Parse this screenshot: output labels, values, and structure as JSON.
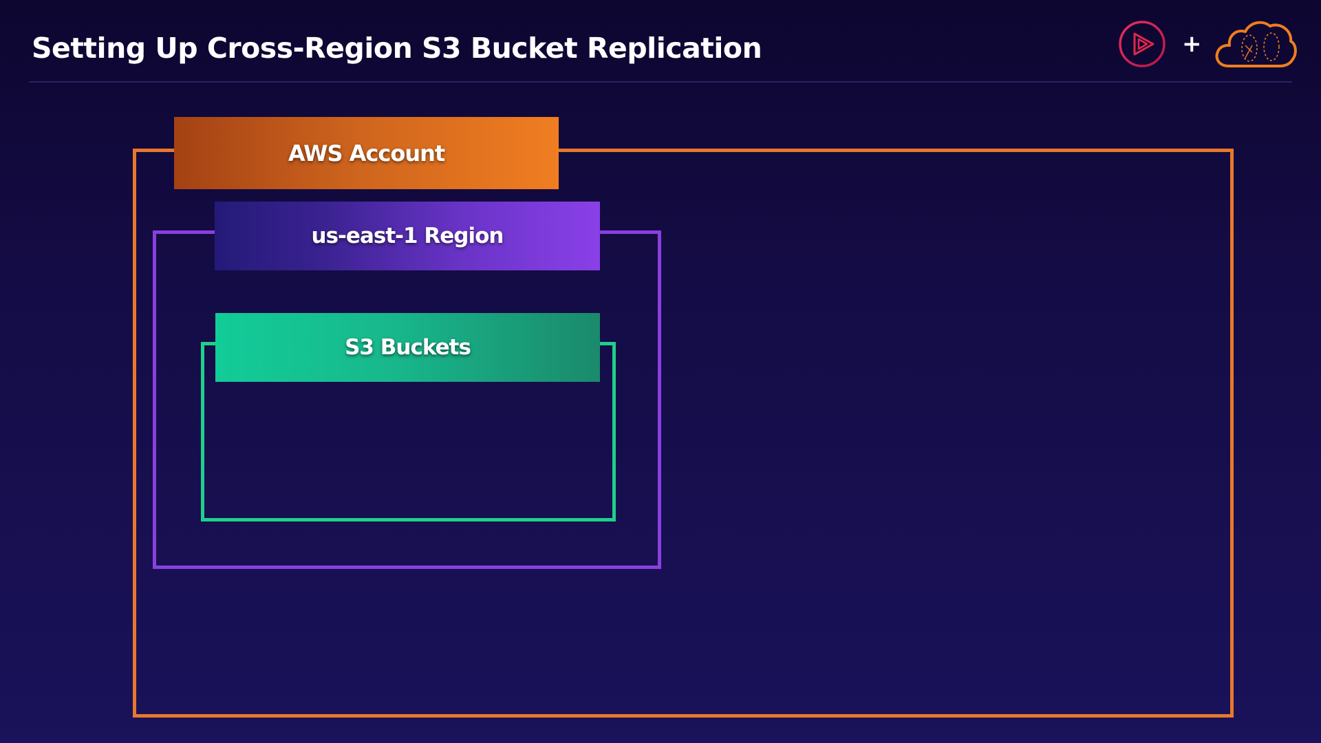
{
  "slide": {
    "title": "Setting Up Cross-Region S3 Bucket Replication"
  },
  "header": {
    "logos": [
      {
        "icon": "play-circle-logo-icon",
        "color": "#e0284c"
      },
      {
        "icon": "plus-icon",
        "text": "+",
        "color": "#ffffff"
      },
      {
        "icon": "cloud-logo-icon",
        "color": "#f07d20"
      }
    ]
  },
  "diagram": {
    "account": {
      "label": "AWS Account",
      "color": "#e8782c"
    },
    "region": {
      "label": "us-east-1 Region",
      "color": "#8a3fe0"
    },
    "buckets": {
      "label": "S3 Buckets",
      "color": "#1fd08a"
    }
  },
  "theme": {
    "background": "#140c44",
    "title_color": "#ffffff"
  }
}
